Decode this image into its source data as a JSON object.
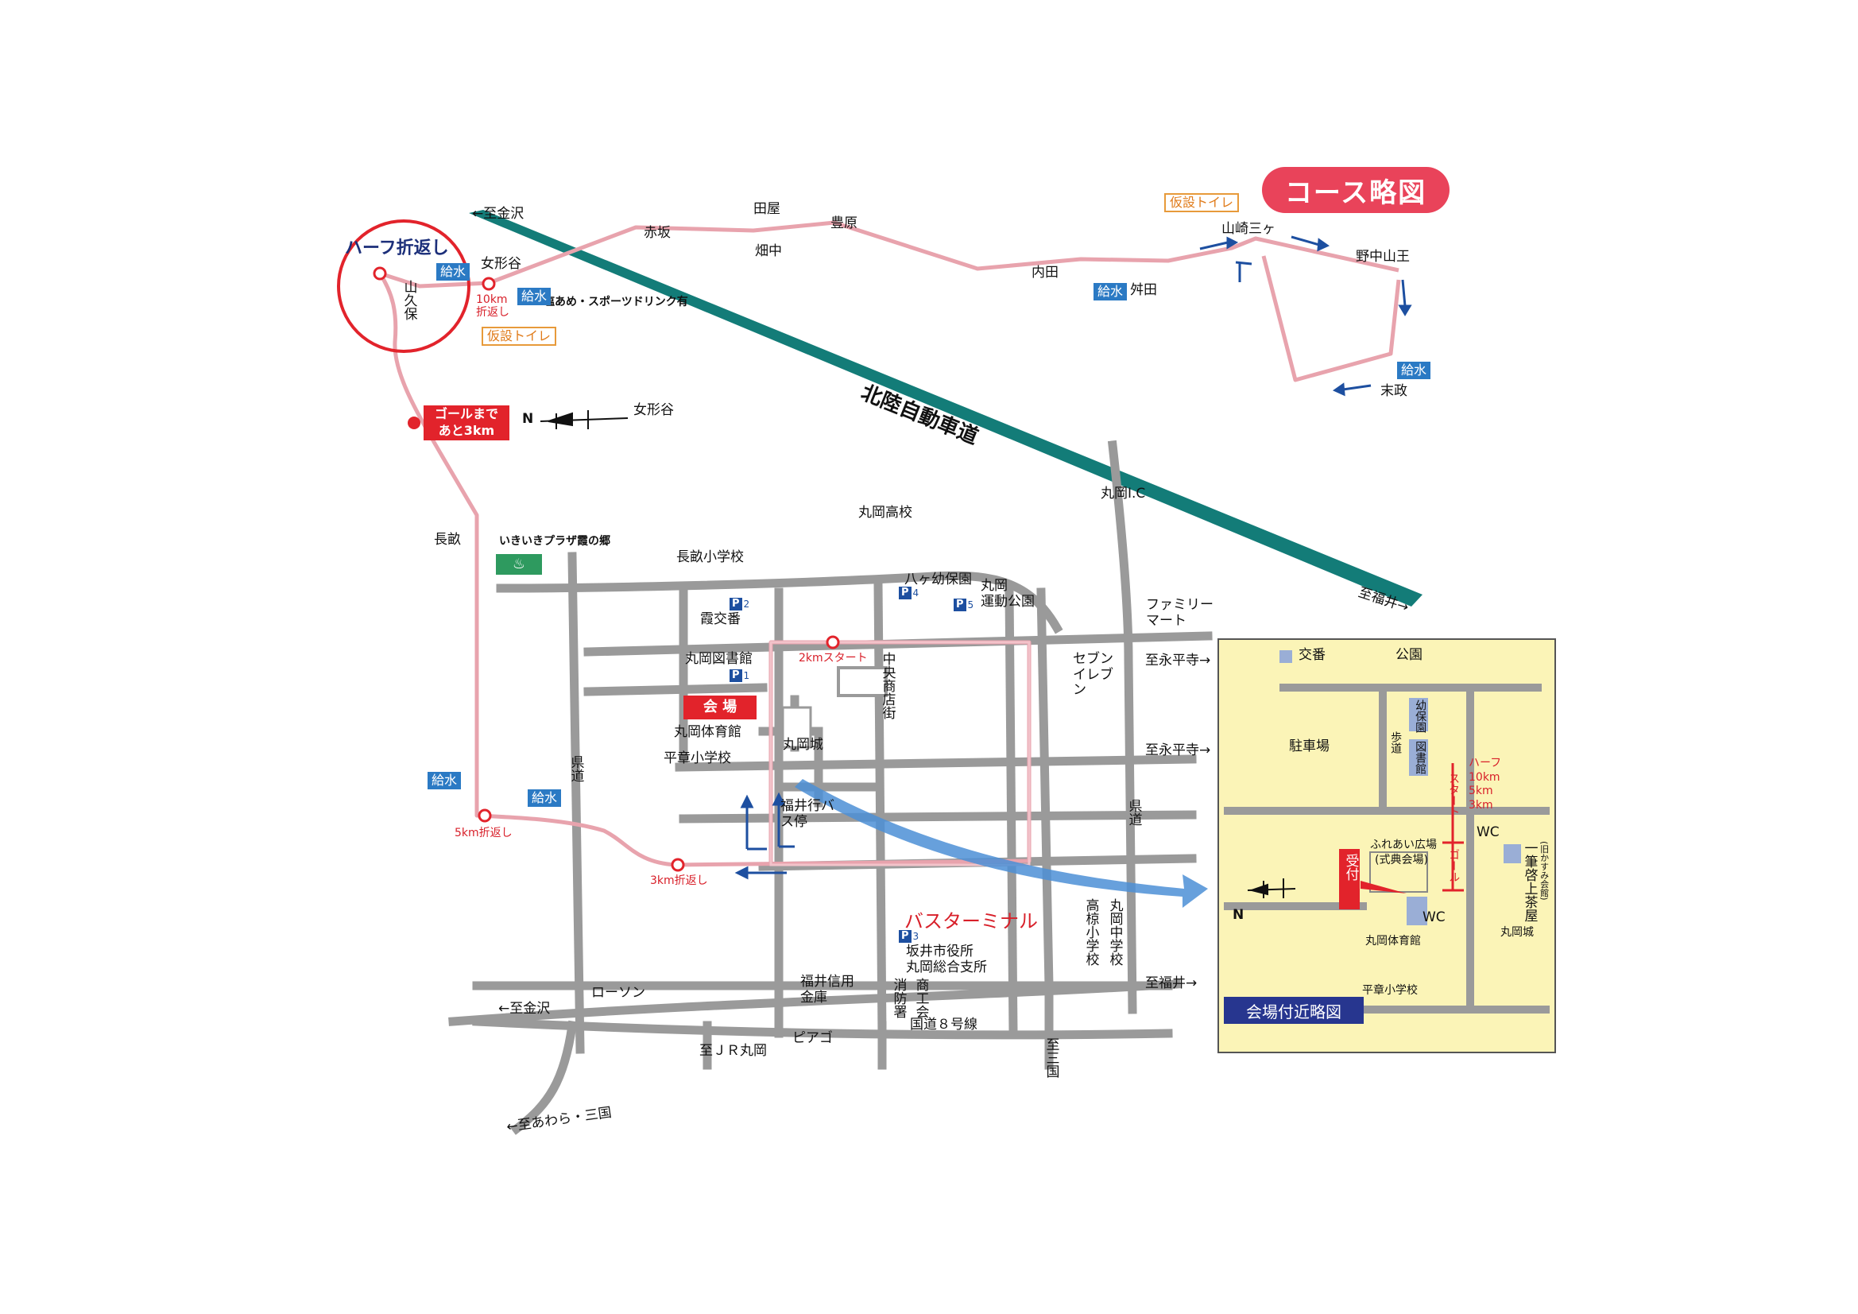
{
  "title": "コース略図",
  "colors": {
    "course_route": "#e8a3ad",
    "expressway": "#137c78",
    "water_badge": "#2b7ac4",
    "accent_red": "#e2232b",
    "inset_bg": "#fbf4b7",
    "inset_title_bg": "#27368f",
    "road": "#9a9a9a",
    "arrow_blue": "#1d4fa0"
  },
  "course_labels": {
    "half_turnaround": "ハーフ折返し",
    "yamakubo": "山久保",
    "megatani": "女形谷",
    "turnaround_10km_line1": "10km",
    "turnaround_10km_line2": "折返し",
    "shioame": "塩あめ・スポーツドリンク有",
    "temp_toilet_1": "仮設トイレ",
    "temp_toilet_2": "仮設トイレ",
    "to_kanazawa_top": "←至金沢",
    "akasaka": "赤坂",
    "taya": "田屋",
    "hatanaka": "畑中",
    "toyohara": "豊原",
    "uchida": "内田",
    "masuda": "舛田",
    "yamazaki": "山崎三ヶ",
    "nonaka": "野中山王",
    "suemasa": "末政",
    "expressway": "北陸自動車道",
    "goal_3km_line1": "ゴールまで",
    "goal_3km_line2": "あと3km",
    "compass_n": "N",
    "megatani_2": "女形谷",
    "nagaune": "長畝",
    "maruoka_ic": "丸岡I.C",
    "to_fukui_ne": "至福井→",
    "turnaround_5km": "5km折返し",
    "turnaround_3km": "3km折返し",
    "start_2km": "2kmスタート"
  },
  "water_stations": [
    "給水",
    "給水",
    "給水",
    "給水",
    "給水",
    "給水"
  ],
  "town_labels": {
    "ikiiki": "いきいきプラザ霞の郷",
    "onsen_icon_label": "♨",
    "nagaune_school": "長畝小学校",
    "maruoka_hs": "丸岡高校",
    "hakkoku": "八ヶ幼保園",
    "maruoka_park_1": "丸岡",
    "maruoka_park_2": "運動公園",
    "kasumi_koban": "霞交番",
    "library": "丸岡図書館",
    "kaijo": "会 場",
    "gym": "丸岡体育館",
    "heisho_school": "平章小学校",
    "maruoka_castle": "丸岡城",
    "central_shopping": "中央商店街",
    "fukui_bus": "福井行バス停",
    "prefectural_road_1": "県道",
    "prefectural_road_2": "県道",
    "bus_terminal": "バスターミナル",
    "sakai_city_office": "坂井市役所",
    "maruoka_branch": "丸岡総合支所",
    "fukui_shinyo": "福井信用金庫",
    "fire_station": "消防署",
    "chamber": "商工会",
    "route8": "国道８号線",
    "takamuku_school": "高椋小学校",
    "maruoka_jhs": "丸岡中学校",
    "family_mart": "ファミリーマート",
    "seven_eleven": "セブンイレブン",
    "to_eiheiji_1": "至永平寺→",
    "to_eiheiji_2": "至永平寺→",
    "to_fukui": "至福井→",
    "lawson": "ローソン",
    "to_kanazawa_bottom": "←至金沢",
    "to_jr_maruoka": "至ＪＲ丸岡",
    "piago": "ピアゴ",
    "to_mikuni": "至三国",
    "to_awara": "←至あわら・三国",
    "parking": [
      "2",
      "1",
      "4",
      "5",
      "3"
    ]
  },
  "inset": {
    "title": "会場付近略図",
    "koban": "交番",
    "park": "公園",
    "nursery": "幼保園",
    "library": "図書館",
    "parking_lot": "駐車場",
    "walkway": "歩道",
    "distances_line1": "ハーフ",
    "distances_line2": "10km",
    "distances_line3": "5km",
    "distances_line4": "3km",
    "start": "スタート",
    "goal": "ゴール",
    "wc_1": "WC",
    "wc_2": "WC",
    "reception": "受付",
    "fureai": "ふれあい広場",
    "ceremony": "(式典会場)",
    "gym": "丸岡体育館",
    "school": "平章小学校",
    "ippitsu": "一筆啓上茶屋",
    "ippitsu_note": "(旧かすみ会館)",
    "castle": "丸岡城",
    "compass_n": "N"
  }
}
